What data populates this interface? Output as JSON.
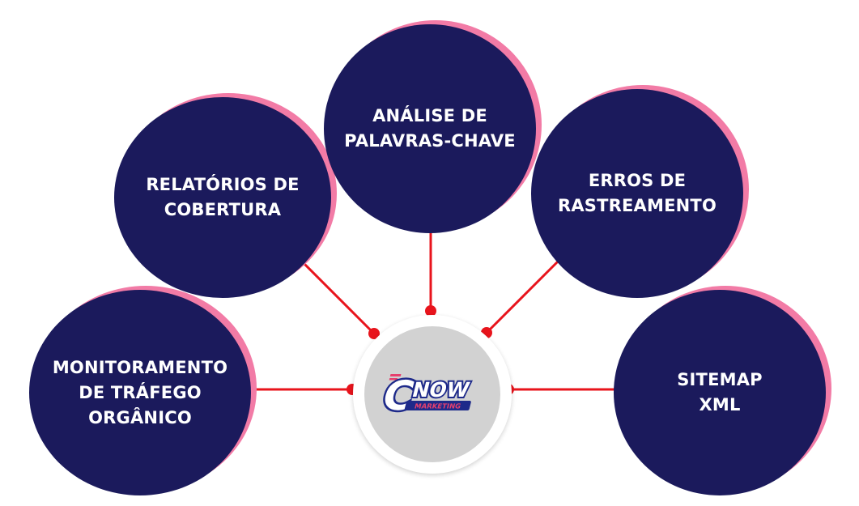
{
  "colors": {
    "node_fill": "#1b1a5c",
    "node_accent": "#f27ba6",
    "connector": "#e8141c",
    "hub_fill": "#d2d2d2",
    "hub_ring": "#ffffff",
    "logo_primary": "#1e2a8a",
    "logo_accent": "#e6406e"
  },
  "nodes": [
    {
      "id": "relatorios",
      "label": "RELATÓRIOS DE\nCOBERTURA"
    },
    {
      "id": "palavras",
      "label": "ANÁLISE DE\nPALAVRAS-CHAVE"
    },
    {
      "id": "erros",
      "label": "ERROS DE\nRASTREAMENTO"
    },
    {
      "id": "monitoramento",
      "label": "MONITORAMENTO\nDE TRÁFEGO\nORGÂNICO"
    },
    {
      "id": "sitemap",
      "label": "SITEMAP\nXML"
    }
  ],
  "hub": {
    "logo_text": "NOW",
    "logo_letter": "C",
    "logo_subtext": "MARKETING"
  }
}
